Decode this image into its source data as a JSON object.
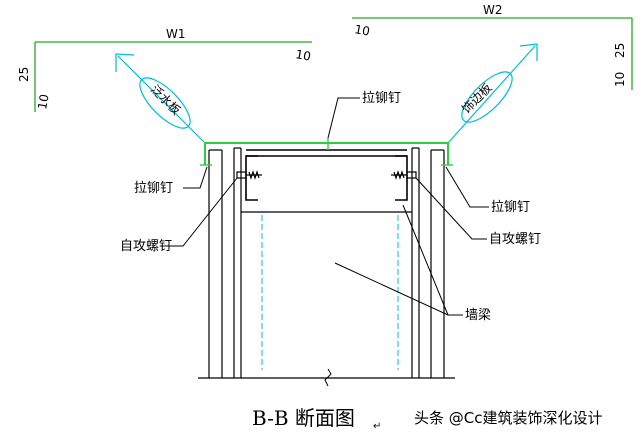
{
  "diagram": {
    "title": "B-B 断面图",
    "title_mark": "↵",
    "dimensions": {
      "left_width": "W1",
      "left_top_value": "10",
      "left_height": "25",
      "left_side_value": "10",
      "right_width": "W2",
      "right_top_value": "10",
      "right_height": "25",
      "right_side_value": "10"
    },
    "callouts": {
      "flashing_left": "泛水板",
      "trim_right": "饰边板",
      "rivet_top": "拉铆钉",
      "rivet_left": "拉铆钉",
      "screw_left": "自攻螺钉",
      "rivet_right": "拉铆钉",
      "screw_right": "自攻螺钉",
      "beam": "墙梁"
    },
    "watermark": "头条 @Cc建筑装饰深化设计"
  },
  "colors": {
    "outline": "#000000",
    "flashing": "#2ecc40",
    "accent": "#00bcd4",
    "dimension": "#22aa22"
  }
}
